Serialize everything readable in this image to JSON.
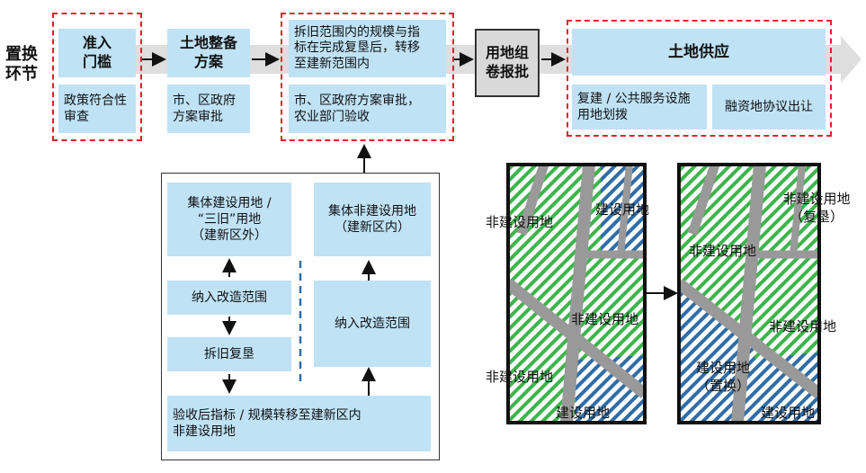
{
  "row_label": "置换\n环节",
  "steps": {
    "access": {
      "title": "准入\n门槛",
      "detail": "政策符合性\n审查"
    },
    "prep": {
      "title": "土地整备\n方案",
      "detail": "市、区政府\n方案审批"
    },
    "transfer": {
      "title": "拆旧范围内的规模与指\n标在完成复垦后，转移\n至建新范围内",
      "detail": "市、区政府方案审批，\n农业部门验收"
    },
    "approval": {
      "title": "用地组\n卷报批"
    },
    "supply": {
      "title": "土地供应",
      "detail_a": "复建 / 公共服务设施\n用地划拨",
      "detail_b": "融资地协议出让"
    }
  },
  "process": {
    "left_top": "集体建设用地 /\n“三旧”用地\n（建新区外）",
    "left_mid": "纳入改造范围",
    "left_low": "拆旧复垦",
    "right_top": "集体非建设用地\n（建新区内）",
    "right_mid": "纳入改造范围",
    "bottom": "验收后指标 / 规模转移至建新区内\n非建设用地"
  },
  "map_before": {
    "label_1": "非建设用地",
    "label_2": "建设用地",
    "label_3": "非建设用地",
    "label_4": "非建设用地",
    "label_5": "建设用地"
  },
  "map_after": {
    "label_1": "非建设用地\n（复垦）",
    "label_2": "非建设用地",
    "label_3": "非建设用地",
    "label_4": "建设用地\n（置换）",
    "label_5": "建设用地"
  },
  "colors": {
    "box_fill": "#bfe2f5",
    "dash_red": "#e0202a",
    "approval_fill": "#d9d9d9",
    "green_hatch": "#3cb54a",
    "blue_hatch": "#2e6da8",
    "road_gray": "#999999"
  }
}
